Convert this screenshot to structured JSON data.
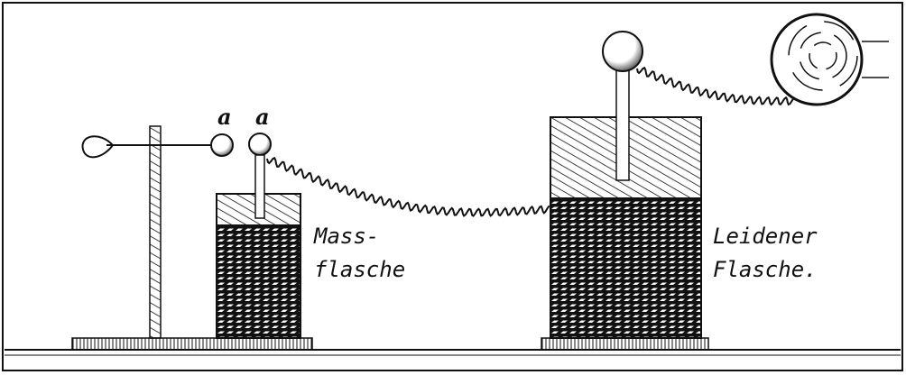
{
  "labels": {
    "ball_left": "a",
    "ball_right": "a",
    "measuring_jar_line1": "Mass-",
    "measuring_jar_line2": "flasche",
    "leyden_jar_line1": "Leidener",
    "leyden_jar_line2": "Flasche."
  },
  "colors": {
    "ink": "#111111",
    "paper": "#ffffff"
  }
}
